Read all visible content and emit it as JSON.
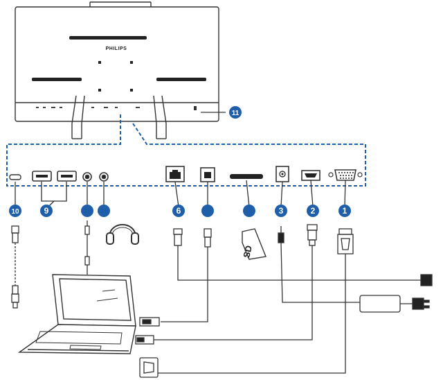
{
  "monitor": {
    "brand": "PHILIPS"
  },
  "callouts": {
    "port_10": "10",
    "port_9": "9",
    "port_8": "",
    "port_7": "",
    "port_6": "6",
    "port_5": "",
    "port_4": "",
    "port_3": "3",
    "port_2": "2",
    "port_1": "1",
    "kensington": "11"
  },
  "sd_card": {
    "label": "SD"
  },
  "colors": {
    "badge": "#1f5faa",
    "line": "#333333",
    "dashed": "#1f5faa"
  }
}
